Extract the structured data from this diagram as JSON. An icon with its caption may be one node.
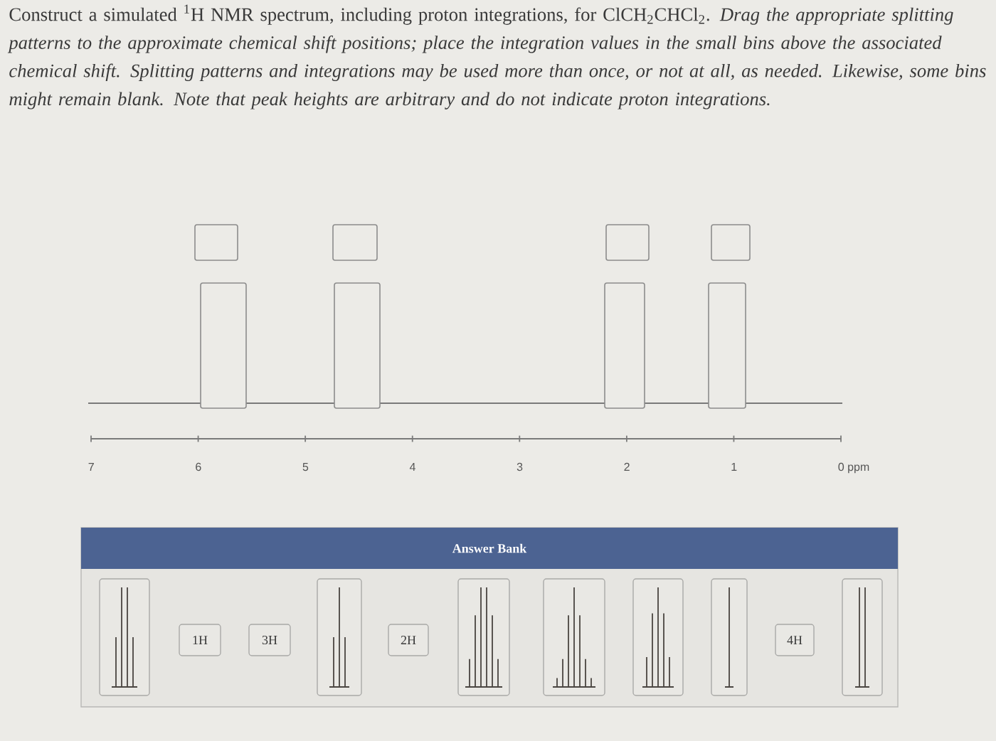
{
  "diagram": {
    "title": "Construct a simulated $^{1}$H NMR spectrum, including proton integrations, for ClCH$_{2}$CHCl$_{2}$. *Drag the appropriate splitting patterns to the approximate chemical shift positions; place the integration values in the small bins above the associated chemical shift. Splitting patterns and integrations may be used more than once, or not at all, as needed. Likewise, some bins might remain blank. Note that peak heights are arbitrary and do not indicate proton integrations.*",
    "nodes": [
      {
        "text": [],
        "shape": "box"
      },
      {
        "text": [],
        "shape": "box"
      },
      {
        "text": [],
        "shape": "box"
      },
      {
        "text": [],
        "shape": "box"
      },
      {
        "text": [],
        "shape": "box"
      },
      {
        "text": [],
        "shape": "box"
      },
      {
        "text": [],
        "shape": "box"
      },
      {
        "text": [],
        "shape": "box"
      },
      {
        "text": [
          "Answer Bank"
        ]
      },
      {
        "text": [],
        "shape": "picture",
        "in": 8
      },
      {
        "text": [
          "1H"
        ],
        "in": 8
      },
      {
        "text": [
          "3H"
        ],
        "in": 8
      },
      {
        "text": [],
        "shape": "picture",
        "in": 8
      },
      {
        "text": [
          "2H"
        ],
        "in": 8
      },
      {
        "text": [],
        "shape": "picture",
        "in": 8
      },
      {
        "text": [],
        "shape": "picture",
        "in": 8
      },
      {
        "text": [],
        "shape": "picture",
        "in": 8
      },
      {
        "text": [],
        "shape": "picture",
        "in": 8
      },
      {
        "text": [
          "4H"
        ],
        "in": 8
      },
      {
        "text": [],
        "shape": "picture",
        "in": 8
      }
    ],
    "labels": [
      "7",
      "6",
      "5",
      "4",
      "3",
      "2",
      "1",
      "0 ppm"
    ]
  }
}
